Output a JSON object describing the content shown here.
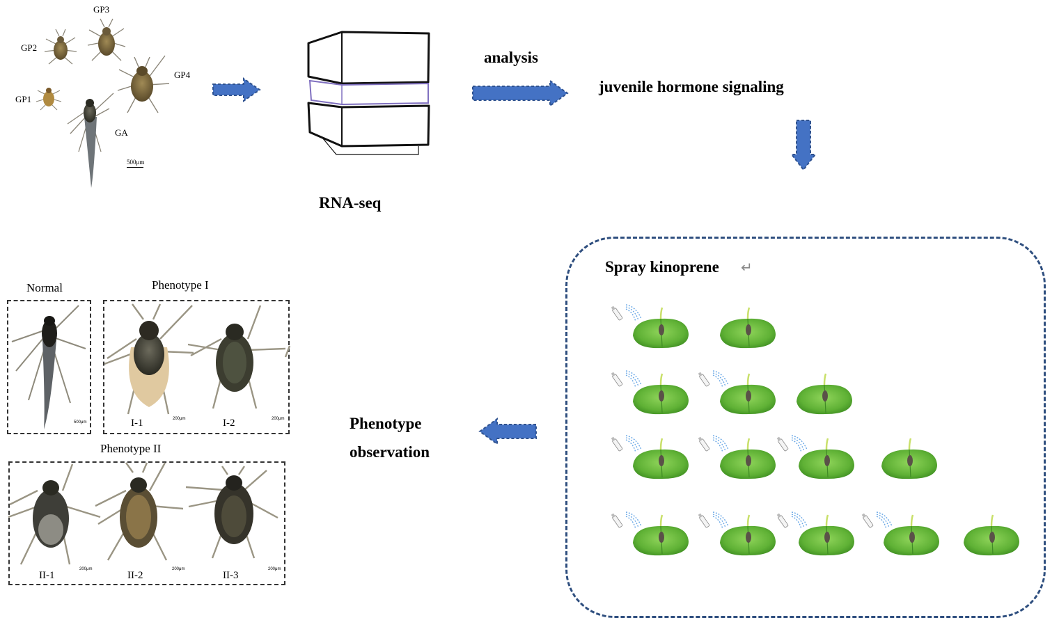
{
  "stages": {
    "gp1": "GP1",
    "gp2": "GP2",
    "gp3": "GP3",
    "gp4": "GP4",
    "ga": "GA",
    "scale": "500μm"
  },
  "rnaseq_label": "RNA-seq",
  "analysis_label": "analysis",
  "jh_label": "juvenile hormone signaling",
  "spray_label": "Spray kinoprene",
  "phenotype_obs": {
    "line1": "Phenotype",
    "line2": "observation"
  },
  "phenotypes": {
    "normal_title": "Normal",
    "p1_title": "Phenotype I",
    "p2_title": "Phenotype II",
    "i1": "I-1",
    "i2": "I-2",
    "ii1": "II-1",
    "ii2": "II-2",
    "ii3": "II-3",
    "scale500": "500μm",
    "scale200": "200μm"
  },
  "colors": {
    "arrow_fill": "#4472c4",
    "dashed_border": "#2f4f7f",
    "leaf": "#62b338"
  }
}
